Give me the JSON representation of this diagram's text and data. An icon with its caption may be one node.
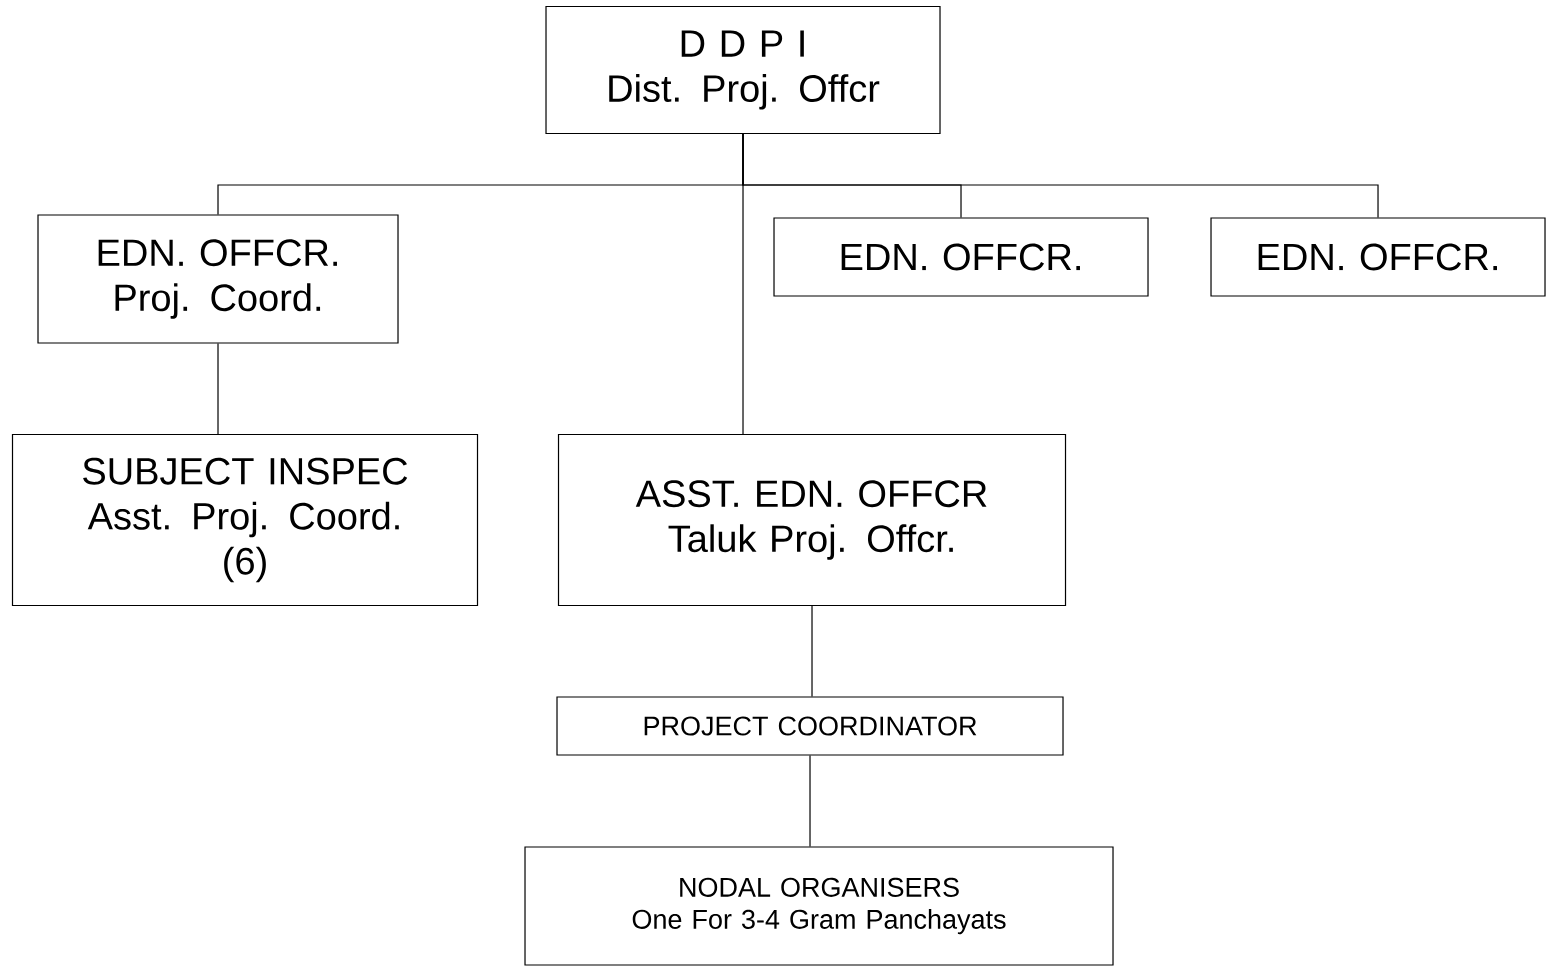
{
  "diagram": {
    "nodes": [
      {
        "text": [
          "D D P I",
          "Dist. Proj. Offcr"
        ]
      },
      {
        "text": [
          "EDN. OFFCR.",
          "Proj. Coord."
        ]
      },
      {
        "text": [
          "EDN. OFFCR."
        ]
      },
      {
        "text": [
          "EDN. OFFCR."
        ]
      },
      {
        "text": [
          "SUBJECT INSPEC",
          "Asst. Proj. Coord.",
          "(6)"
        ]
      },
      {
        "text": [
          "ASST. EDN. OFFCR",
          "Taluk Proj. Offcr."
        ]
      },
      {
        "text": [
          "PROJECT COORDINATOR"
        ]
      },
      {
        "text": [
          "NODAL ORGANISERS",
          "One For 3-4 Gram Panchayats"
        ]
      }
    ],
    "edges": [
      {
        "from": 0,
        "to": 1,
        "arrow": "none"
      },
      {
        "from": 0,
        "to": 2,
        "arrow": "none"
      },
      {
        "from": 0,
        "to": 3,
        "arrow": "none"
      },
      {
        "from": 0,
        "to": 5,
        "arrow": "none"
      },
      {
        "from": 1,
        "to": 4,
        "arrow": "none"
      },
      {
        "from": 5,
        "to": 6,
        "arrow": "none"
      },
      {
        "from": 6,
        "to": 7,
        "arrow": "none"
      }
    ]
  }
}
